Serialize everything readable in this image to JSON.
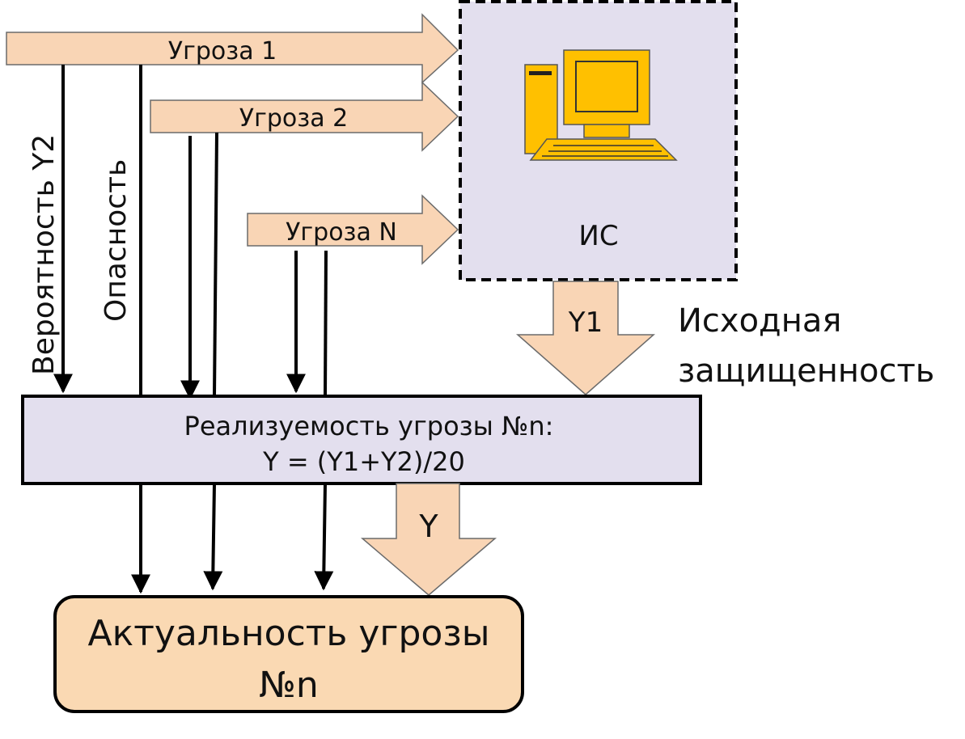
{
  "colors": {
    "arrow_fill": "#f9d5b5",
    "arrow_stroke": "#6b6b6b",
    "is_box_fill": "#e3dfee",
    "formula_box_fill": "#e3dfee",
    "result_box_fill": "#fad9b3",
    "computer_yellow": "#ffc000",
    "line": "#000000"
  },
  "threats": [
    {
      "label": "Угроза 1"
    },
    {
      "label": "Угроза 2"
    },
    {
      "label": "Угроза N"
    }
  ],
  "is_box": {
    "label": "ИС",
    "icon": "computer-icon"
  },
  "vertical_labels": {
    "probability": "Вероятность  Y2",
    "danger": "Опасность"
  },
  "y1_arrow": {
    "label": "Y1"
  },
  "initial_security": {
    "line1": "Исходная",
    "line2": "защищенность"
  },
  "formula": {
    "line1": "Реализуемость угрозы №n:",
    "line2": "Y = (Y1+Y2)/20"
  },
  "y_arrow": {
    "label": "Y"
  },
  "result": {
    "line1": "Актуальность угрозы",
    "line2": "№n"
  }
}
